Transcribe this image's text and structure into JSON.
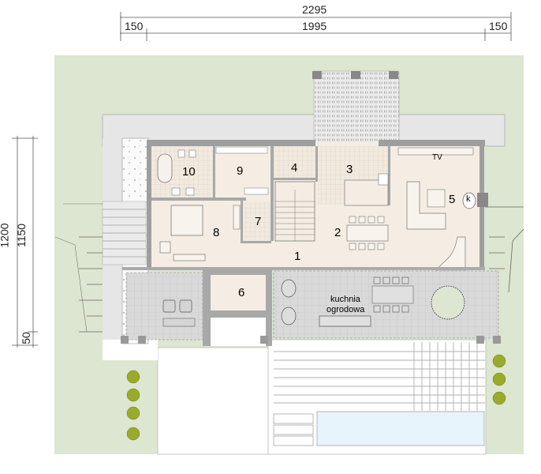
{
  "drawing": {
    "type": "floor-plan",
    "dimensions": {
      "top_total": "2295",
      "top_left": "150",
      "top_middle": "1995",
      "top_right": "150",
      "side_total": "1200",
      "side_main": "1150",
      "side_bottom": "50"
    },
    "rooms": [
      {
        "id": "1",
        "label": "1"
      },
      {
        "id": "2",
        "label": "2"
      },
      {
        "id": "3",
        "label": "3"
      },
      {
        "id": "4",
        "label": "4"
      },
      {
        "id": "5",
        "label": "5"
      },
      {
        "id": "6",
        "label": "6"
      },
      {
        "id": "7",
        "label": "7"
      },
      {
        "id": "8",
        "label": "8"
      },
      {
        "id": "9",
        "label": "9"
      },
      {
        "id": "10",
        "label": "10"
      }
    ],
    "annotations": {
      "tv": "TV",
      "fireplace": "k",
      "garden_kitchen_line1": "kuchnia",
      "garden_kitchen_line2": "ogrodowa"
    },
    "colors": {
      "garden": "#dce6d0",
      "interior": "#f5ede4",
      "wall": "#a0a0a0",
      "terrace": "#d8d8d8",
      "paving": "#e8e8e8",
      "pool": "#e8f4fb",
      "shrub": "#8aa028"
    }
  }
}
